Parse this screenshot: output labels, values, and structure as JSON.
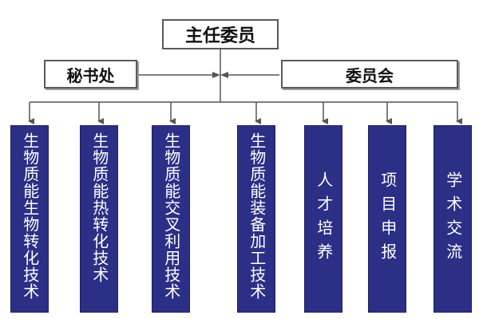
{
  "chair": {
    "label": "主任委员"
  },
  "secretariat": {
    "label": "秘书处"
  },
  "committee": {
    "label": "委员会"
  },
  "departments": [
    {
      "label": "生物质能生物转化技术"
    },
    {
      "label": "生物质能热转化技术"
    },
    {
      "label": "生物质能交叉利用技术"
    },
    {
      "label": "生物质能装备加工技术"
    },
    {
      "label": "人才培养"
    },
    {
      "label": "项目申报"
    },
    {
      "label": "学术交流"
    }
  ],
  "colors": {
    "department_fill": "#2b2f86",
    "line": "#555555"
  }
}
